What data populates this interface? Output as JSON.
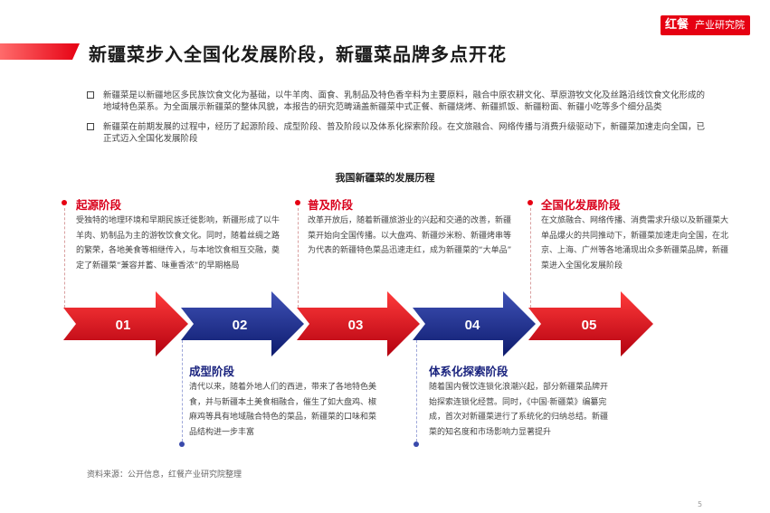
{
  "logo": {
    "mark": "红餐",
    "text": "产业研究院"
  },
  "title": "新疆菜步入全国化发展阶段，新疆菜品牌多点开花",
  "bullets": [
    "新疆菜是以新疆地区多民族饮食文化为基础，以牛羊肉、面食、乳制品及特色香辛料为主要原料，融合中原农耕文化、草原游牧文化及丝路沿线饮食文化形成的地域特色菜系。为全面展示新疆菜的整体风貌，本报告的研究范畴涵盖新疆菜中式正餐、新疆烧烤、新疆抓饭、新疆粉面、新疆小吃等多个细分品类",
    "新疆菜在前期发展的过程中，经历了起源阶段、成型阶段、普及阶段以及体系化探索阶段。在文旅融合、网络传播与消费升级驱动下，新疆菜加速走向全国，已正式迈入全国化发展阶段"
  ],
  "section_title": "我国新疆菜的发展历程",
  "stages": [
    {
      "number": "01",
      "name": "起源阶段",
      "description": "受独特的地理环境和早期民族迁徙影响，新疆形成了以牛羊肉、奶制品为主的游牧饮食文化。同时，随着丝绸之路的繁荣，各地美食等相继传入，与本地饮食相互交融，奠定了新疆菜“兼容并蓄、味重香浓”的早期格局"
    },
    {
      "number": "02",
      "name": "成型阶段",
      "description": "清代以来，随着外地人们的西进，带来了各地特色美食，并与新疆本土美食相融合，催生了如大盘鸡、椒麻鸡等具有地域融合特色的菜品，新疆菜的口味和菜品结构进一步丰富"
    },
    {
      "number": "03",
      "name": "普及阶段",
      "description": "改革开放后，随着新疆旅游业的兴起和交通的改善，新疆菜开始向全国传播。以大盘鸡、新疆炒米粉、新疆烤串等为代表的新疆特色菜品迅速走红，成为新疆菜的“大单品”"
    },
    {
      "number": "04",
      "name": "体系化探索阶段",
      "description": "随着国内餐饮连锁化浪潮兴起，部分新疆菜品牌开始探索连锁化经营。同时，《中国·新疆菜》编纂完成，首次对新疆菜进行了系统化的归纳总结。新疆菜的知名度和市场影响力显著提升"
    },
    {
      "number": "05",
      "name": "全国化发展阶段",
      "description": "在文旅融合、网络传播、消费需求升级以及新疆菜大单品爆火的共同推动下，新疆菜加速走向全国，在北京、上海、广州等各地涌现出众多新疆菜品牌，新疆菜进入全国化发展阶段"
    }
  ],
  "footnote": "资料来源：公开信息，红餐产业研究院整理",
  "page_number": "5",
  "colors": {
    "red": "#e60012",
    "navy": "#1a237e"
  }
}
